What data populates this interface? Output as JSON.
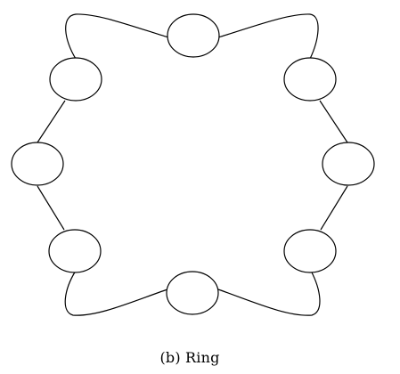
{
  "caption": "(b) Ring",
  "diagram": {
    "type": "ring",
    "node_count": 8,
    "edge_count": 8,
    "stroke_color": "#000000",
    "node_fill": "#ffffff"
  }
}
